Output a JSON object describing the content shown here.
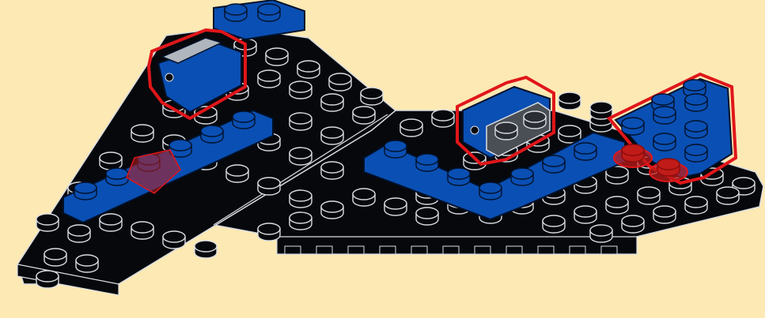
{
  "canvas": {
    "background": "#fde9b3"
  },
  "colors": {
    "plate_black": "#06080c",
    "stud_outline": "#d9dde2",
    "brick_blue": "#0a4fb3",
    "blue_outline": "#00112a",
    "highlight_red": "#e0161a",
    "translucent_red": "#c01b18",
    "grey_stud": "#2a2e34"
  },
  "parts": {
    "black_wedge_plate_left": "wedge-plate",
    "black_plate_right": "plate",
    "blue_tile_long": "plate-1x6",
    "blue_bracket_new": "bracket-1x2",
    "blue_corner_plate": "corner-plate",
    "blue_wedge_right_new": "wedge-plate-new",
    "trans_red_round_new": "round-plate-1x1",
    "trans_red_stud_new": "stud-highlight",
    "blue_plate_top": "plate-1x2"
  }
}
